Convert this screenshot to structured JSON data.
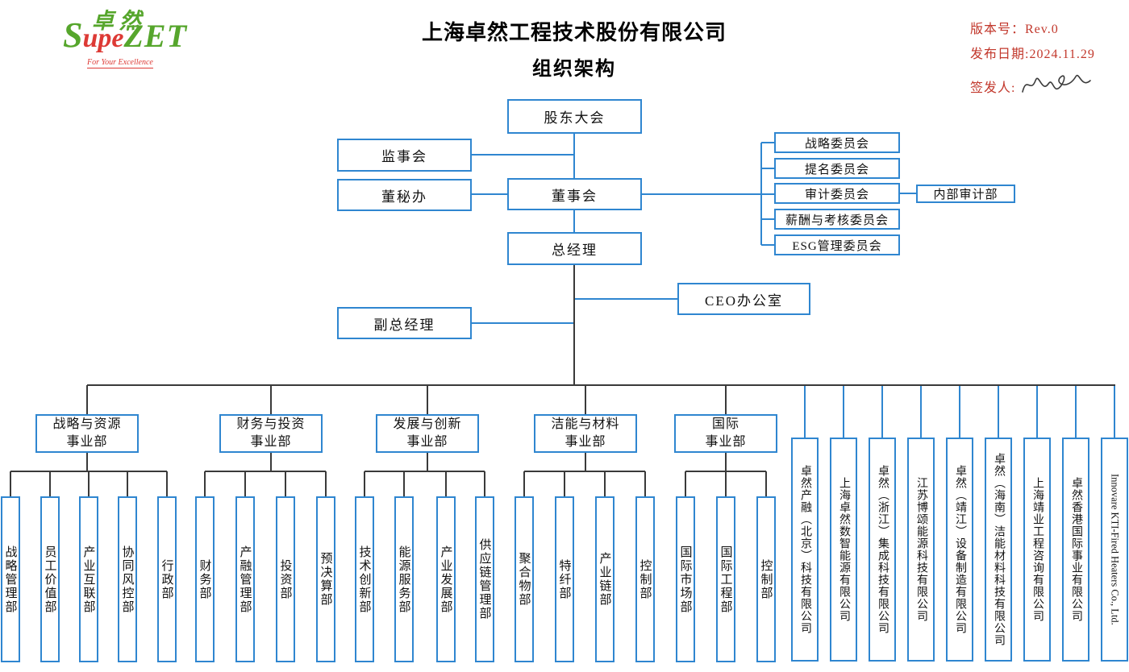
{
  "header": {
    "logo": {
      "cjk": "卓然",
      "latin_s": "S",
      "latin_mid": "upe",
      "latin_end": "ZET",
      "tagline": "For Your Excellence"
    },
    "title_line1": "上海卓然工程技术股份有限公司",
    "title_line2": "组织架构",
    "meta": {
      "version": "版本号：Rev.0",
      "date": "发布日期:2024.11.29",
      "signer_label": "签发人:"
    }
  },
  "colors": {
    "box_border_blue": "#2F86D0",
    "line_blue": "#2F86D0",
    "line_dark": "#3A3A3A",
    "meta_red": "#C2382C",
    "logo_green": "#56A62C",
    "logo_red": "#DD3A35"
  },
  "org": {
    "shareholders": "股东大会",
    "supervisory": "监事会",
    "board": "董事会",
    "board_secretary": "董秘办",
    "gm": "总经理",
    "ceo_office": "CEO办公室",
    "deputy_gm": "副总经理",
    "committees": [
      "战略委员会",
      "提名委员会",
      "审计委员会",
      "薪酬与考核委员会",
      "ESG管理委员会"
    ],
    "internal_audit": "内部审计部",
    "divisions": [
      {
        "line1": "战略与资源",
        "line2": "事业部",
        "departments": [
          "战略管理部",
          "员工价值部",
          "产业互联部",
          "协同风控部",
          "行政部"
        ]
      },
      {
        "line1": "财务与投资",
        "line2": "事业部",
        "departments": [
          "财务部",
          "产融管理部",
          "投资部",
          "预决算部"
        ]
      },
      {
        "line1": "发展与创新",
        "line2": "事业部",
        "departments": [
          "技术创新部",
          "能源服务部",
          "产业发展部",
          "供应链管理部"
        ]
      },
      {
        "line1": "洁能与材料",
        "line2": "事业部",
        "departments": [
          "聚合物部",
          "特纤部",
          "产业链部",
          "控制部"
        ]
      },
      {
        "line1": "国际",
        "line2": "事业部",
        "departments": [
          "国际市场部",
          "国际工程部",
          "控制部"
        ]
      }
    ],
    "subsidiaries": [
      "卓然产融（北京）科技有限公司",
      "上海卓然数智能源有限公司",
      "卓然（浙江）集成科技有限公司",
      "江苏博颂能源科技有限公司",
      "卓然（靖江）设备制造有限公司",
      "卓然（海南）洁能材料科技有限公司",
      "上海靖业工程咨询有限公司",
      "卓然香港国际事业有限公司",
      "Innovare KTI-Fired Heaters Co., Ltd."
    ]
  }
}
